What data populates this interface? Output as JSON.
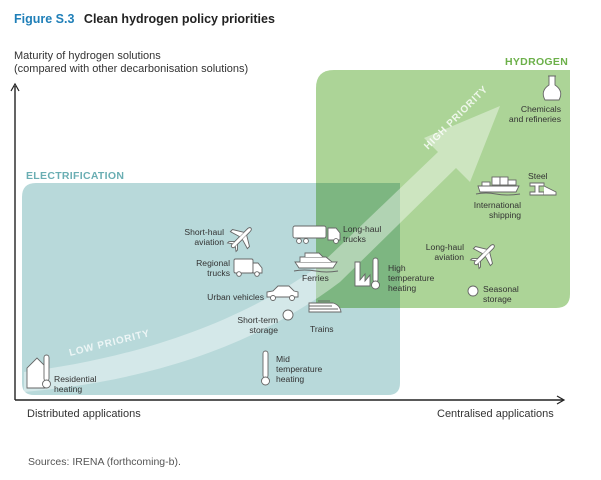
{
  "figure": {
    "number": "Figure S.3",
    "title": "Clean hydrogen policy priorities"
  },
  "axes": {
    "y_label_line1": "Maturity of hydrogen solutions",
    "y_label_line2": "(compared with other decarbonisation solutions)",
    "x_left_label": "Distributed applications",
    "x_right_label": "Centralised applications"
  },
  "regions": {
    "electrification": {
      "label": "ELECTRIFICATION",
      "color": "#b8d9da",
      "label_color": "#6aaeb3"
    },
    "hydrogen": {
      "label": "HYDROGEN",
      "color": "#acd497",
      "label_color": "#6cb04a"
    },
    "overlap_color": "#7db681"
  },
  "priority_arrow": {
    "low_label": "LOW PRIORITY",
    "high_label": "HIGH PRIORITY"
  },
  "applications": [
    {
      "id": "chemicals",
      "line1": "Chemicals",
      "line2": "and refineries",
      "icon": "flask-icon"
    },
    {
      "id": "steel",
      "line1": "Steel",
      "line2": "",
      "icon": "steel-beam-icon"
    },
    {
      "id": "shipping",
      "line1": "International",
      "line2": "shipping",
      "icon": "cargo-ship-icon"
    },
    {
      "id": "long-haul-aviation",
      "line1": "Long-haul",
      "line2": "aviation",
      "icon": "airplane-icon"
    },
    {
      "id": "seasonal-storage",
      "line1": "Seasonal",
      "line2": "storage",
      "icon": "circle-icon"
    },
    {
      "id": "high-temp-heating",
      "line1": "High",
      "line2": "temperature",
      "line3": "heating",
      "icon": "factory-thermometer-icon"
    },
    {
      "id": "long-haul-trucks",
      "line1": "Long-haul",
      "line2": "trucks",
      "icon": "truck-icon"
    },
    {
      "id": "ferries",
      "line1": "Ferries",
      "line2": "",
      "icon": "ferry-icon"
    },
    {
      "id": "trains",
      "line1": "Trains",
      "line2": "",
      "icon": "train-icon"
    },
    {
      "id": "short-haul-aviation",
      "line1": "Short-haul",
      "line2": "aviation",
      "icon": "airplane-icon"
    },
    {
      "id": "regional-trucks",
      "line1": "Regional",
      "line2": "trucks",
      "icon": "van-icon"
    },
    {
      "id": "urban-vehicles",
      "line1": "Urban vehicles",
      "line2": "",
      "icon": "car-icon"
    },
    {
      "id": "short-term-storage",
      "line1": "Short-term",
      "line2": "storage",
      "icon": "circle-icon"
    },
    {
      "id": "mid-temp-heating",
      "line1": "Mid",
      "line2": "temperature",
      "line3": "heating",
      "icon": "thermometer-icon"
    },
    {
      "id": "residential-heating",
      "line1": "Residential",
      "line2": "heating",
      "icon": "house-thermometer-icon"
    }
  ],
  "source": "Sources: IRENA (forthcoming-b)."
}
